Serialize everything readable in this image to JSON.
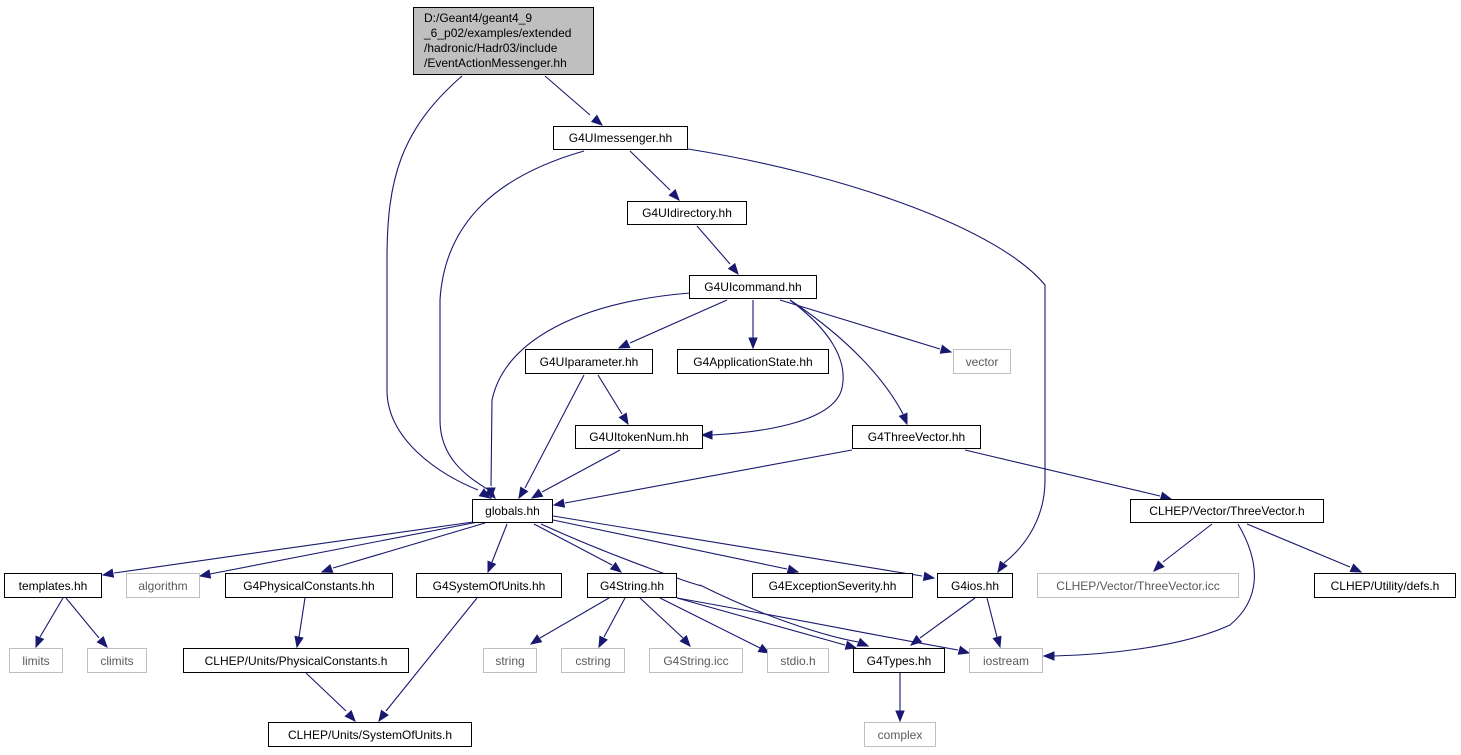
{
  "colors": {
    "edge": "#191970",
    "root_fill": "#bfbfbf",
    "node_border": "#000000",
    "external_border": "#bfbfbf",
    "external_text": "#5a5a5a"
  },
  "root": {
    "lines": [
      "D:/Geant4/geant4_9",
      "_6_p02/examples/extended",
      "/hadronic/Hadr03/include",
      "/EventActionMessenger.hh"
    ]
  },
  "nodes": {
    "g4uimessenger": "G4UImessenger.hh",
    "g4uidirectory": "G4UIdirectory.hh",
    "g4uicommand": "G4UIcommand.hh",
    "g4uiparameter": "G4UIparameter.hh",
    "g4applicationstate": "G4ApplicationState.hh",
    "vector": "vector",
    "g4uitokennum": "G4UItokenNum.hh",
    "g4threevector": "G4ThreeVector.hh",
    "globals": "globals.hh",
    "clhep_threevector_h": "CLHEP/Vector/ThreeVector.h",
    "templates": "templates.hh",
    "algorithm": "algorithm",
    "g4physicalconstants": "G4PhysicalConstants.hh",
    "g4systemofunits": "G4SystemOfUnits.hh",
    "g4string": "G4String.hh",
    "g4exceptionseverity": "G4ExceptionSeverity.hh",
    "g4ios": "G4ios.hh",
    "clhep_threevector_icc": "CLHEP/Vector/ThreeVector.icc",
    "clhep_defs": "CLHEP/Utility/defs.h",
    "limits": "limits",
    "climits": "climits",
    "clhep_physicalconstants": "CLHEP/Units/PhysicalConstants.h",
    "string": "string",
    "cstring": "cstring",
    "g4string_icc": "G4String.icc",
    "stdio": "stdio.h",
    "g4types": "G4Types.hh",
    "iostream": "iostream",
    "clhep_systemofunits": "CLHEP/Units/SystemOfUnits.h",
    "complex": "complex"
  }
}
